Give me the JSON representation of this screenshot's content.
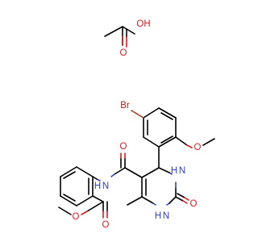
{
  "molecule": {
    "colors": {
      "carbon_bond": "#000000",
      "oxygen": "#e8171c",
      "nitrogen": "#2f3fd0",
      "bromine": "#a32a16",
      "background": "#ffffff"
    },
    "atom_labels": {
      "acetic_acid_oh": "OH",
      "acetic_acid_o": "O",
      "bromine": "Br",
      "methoxy_o": "O",
      "amide_o": "O",
      "amide_nh": "N",
      "amide_nh_h": "H",
      "ring_nh_top": "H",
      "ring_n_top": "N",
      "ring_o": "O",
      "ring_nh_bottom_h": "H",
      "ring_n_bottom": "N",
      "ester_o_single": "O",
      "ester_o_double": "O"
    }
  }
}
